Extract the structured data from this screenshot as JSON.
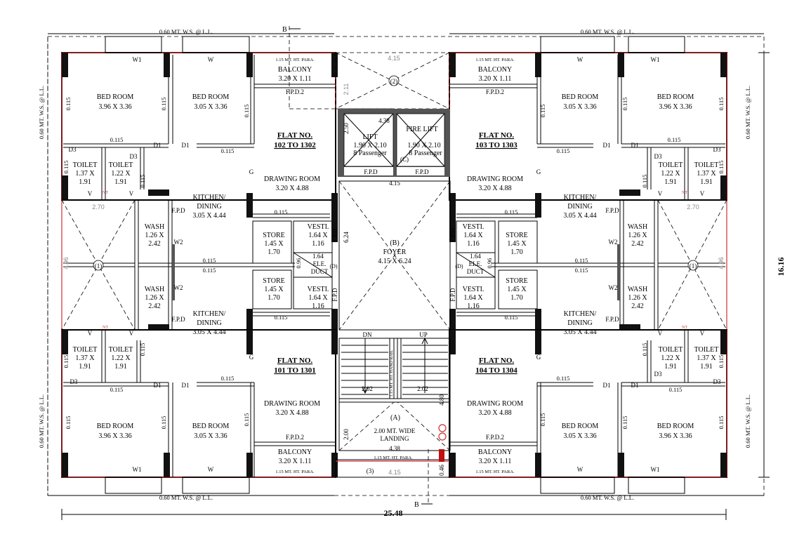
{
  "dimensions": {
    "ws_top": "0.60 MT. W.S. @ L.L.",
    "ws_side": "0.60 MT. W.S. @ L.L.",
    "overall_width": "25.48",
    "overall_height": "16.16",
    "section_top": "B",
    "section_bottom": "B"
  },
  "common": {
    "lift": {
      "name": "LIFT",
      "size": "1.90 X 2.10",
      "cap": "8 Passenger"
    },
    "fire_lift": {
      "name": "FIRE LIFT",
      "size": "1.90 X 2.10",
      "cap": "8 Passenger"
    },
    "lift_dim_w": "4.38",
    "lift_dim_h": "2.50",
    "lift_c": "(C)",
    "fpd": "F.P.D",
    "fpd2": "F.P.D.2",
    "void2_label": "(2)",
    "void2_w": "4.15",
    "void2_h": "2.11",
    "foyer": {
      "label": "(B)",
      "name": "FOYER",
      "size": "4.15 X 6.24"
    },
    "foyer_w": "4.15",
    "foyer_h": "6.24",
    "stair": {
      "dn": "DN",
      "up": "UP",
      "label": "(A)",
      "landing": "2.00 MT. WIDE",
      "landing2": "LANDING",
      "w1": "2.02",
      "w2": "2.02",
      "h": "4.80",
      "land_h": "2.00",
      "land_w": "4.38",
      "rail": "1.15 MT. HT. HAND RAIL"
    },
    "bottom_void": "(3)",
    "bottom_w": "4.15",
    "bottom_h": "0.46",
    "para": "1.15 MT. HT. PARA.",
    "void1_label": "(1)",
    "void1_h": "4.96",
    "void1_w": "2.70"
  },
  "flats": {
    "f102": "FLAT NO.",
    "f102_range": "102 TO 1302",
    "f103": "FLAT NO.",
    "f103_range": "103 TO 1303",
    "f101": "FLAT NO.",
    "f101_range": "101 TO 1301",
    "f104": "FLAT NO.",
    "f104_range": "104 TO 1304"
  },
  "rooms": {
    "bed": "BED ROOM",
    "bed_a": "3.96 X 3.36",
    "bed_b": "3.05 X 3.36",
    "drawing": "DRAWING ROOM",
    "drawing_size": "3.20 X 4.88",
    "kitchen": "KITCHEN/",
    "dining": "DINING",
    "kitchen_size": "3.05 X 4.44",
    "balcony": "BALCONY",
    "balcony_size": "3.20 X 1.11",
    "toilet": "TOILET",
    "toilet_a_w": "1.37 X",
    "toilet_b_w": "1.22 X",
    "toilet_h": "1.91",
    "wash": "WASH",
    "wash_w": "1.26 X",
    "wash_h": "2.42",
    "store": "STORE",
    "store_w": "1.45 X",
    "store_h": "1.70",
    "vesti": "VESTI.",
    "vesti_w": "1.64 X",
    "vesti_h": "1.16",
    "ele": "ELE.",
    "duct": "DUCT",
    "duct_w": "1.64",
    "duct_h": "0.96",
    "duct_d": "(D)"
  },
  "marks": {
    "w": "W",
    "w1": "W1",
    "w2": "W2",
    "d1": "D1",
    "d3": "D3",
    "g": "G",
    "v": "V",
    "wall": "0.115",
    "nt": "NT"
  }
}
